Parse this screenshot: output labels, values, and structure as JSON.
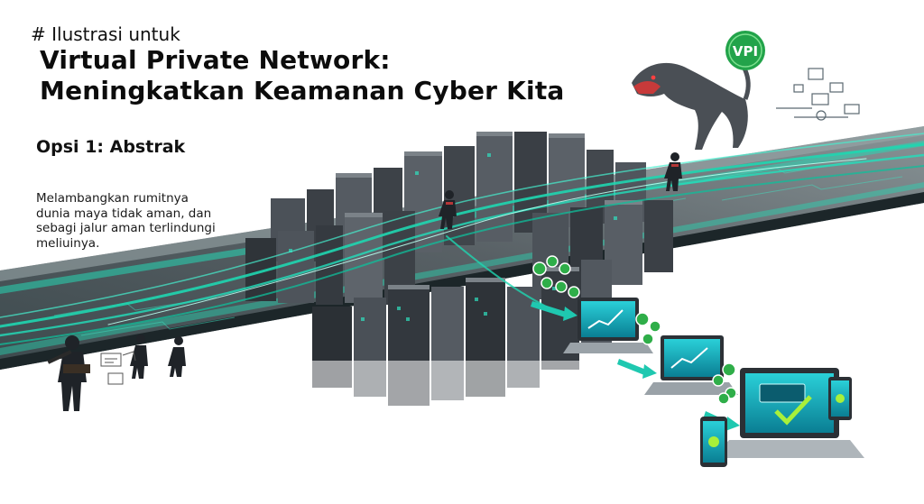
{
  "header": {
    "kicker": "# Ilustrasi untuk",
    "title": "Virtual Private Network: Meningkatkan Keamanan Cyber Kita"
  },
  "option": {
    "label": "Opsi 1: Abstrak"
  },
  "description": {
    "text": "Melambangkan rumitnya dunia maya tidak aman, dan sebagi jalur aman terlindungi meliuinya."
  },
  "illustration": {
    "badge_text": "VPI",
    "colors": {
      "accent": "#1fd6b0",
      "accent_dark": "#0b8f7a",
      "badge_green": "#22a34a",
      "building_dark": "#3a3f45",
      "building_light": "#5a6068",
      "device_screen": "#14b3c2"
    },
    "icons": [
      "wolf-icon",
      "hacker-figure-icon",
      "laptop-icon",
      "tablet-icon",
      "phone-icon",
      "checkmark-icon",
      "chart-icon"
    ]
  }
}
